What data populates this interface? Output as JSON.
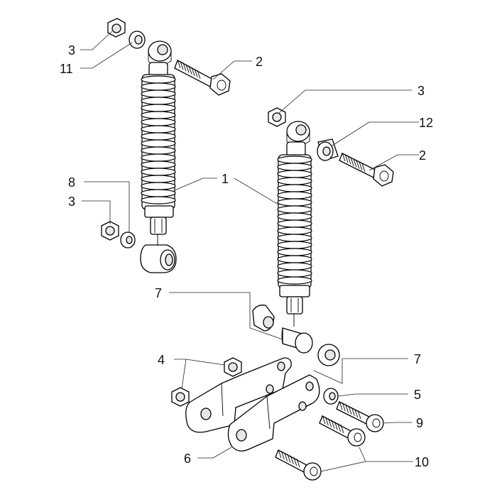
{
  "callouts": [
    {
      "id": "c3a",
      "text": "3"
    },
    {
      "id": "c11",
      "text": "11"
    },
    {
      "id": "c2a",
      "text": "2"
    },
    {
      "id": "c3b",
      "text": "3"
    },
    {
      "id": "c12",
      "text": "12"
    },
    {
      "id": "c2b",
      "text": "2"
    },
    {
      "id": "c8",
      "text": "8"
    },
    {
      "id": "c1",
      "text": "1"
    },
    {
      "id": "c3c",
      "text": "3"
    },
    {
      "id": "c7a",
      "text": "7"
    },
    {
      "id": "c7b",
      "text": "7"
    },
    {
      "id": "c4",
      "text": "4"
    },
    {
      "id": "c5",
      "text": "5"
    },
    {
      "id": "c9",
      "text": "9"
    },
    {
      "id": "c6",
      "text": "6"
    },
    {
      "id": "c10",
      "text": "10"
    }
  ]
}
